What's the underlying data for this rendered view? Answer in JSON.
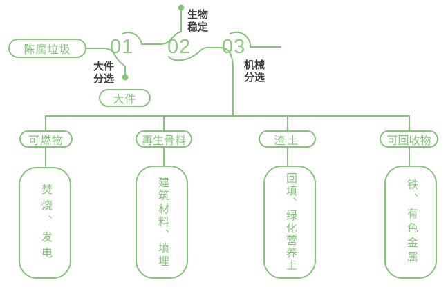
{
  "colors": {
    "accent_green": "#82c677",
    "label_dark": "#3d3d3d",
    "background": "#ffffff"
  },
  "flow": {
    "source_label": "陈腐垃圾",
    "steps": [
      {
        "number": "01",
        "process": "大件分选",
        "output": "大件"
      },
      {
        "number": "02",
        "process": "生物稳定"
      },
      {
        "number": "03",
        "process": "机械分选"
      }
    ]
  },
  "branches": [
    {
      "category": "可燃物",
      "result": "焚烧、发电"
    },
    {
      "category": "再生骨料",
      "result": "建筑材料、填埋"
    },
    {
      "category": "渣土",
      "result": "回填、绿化营养土"
    },
    {
      "category": "可回收物",
      "result": "铁、有色金属"
    }
  ]
}
